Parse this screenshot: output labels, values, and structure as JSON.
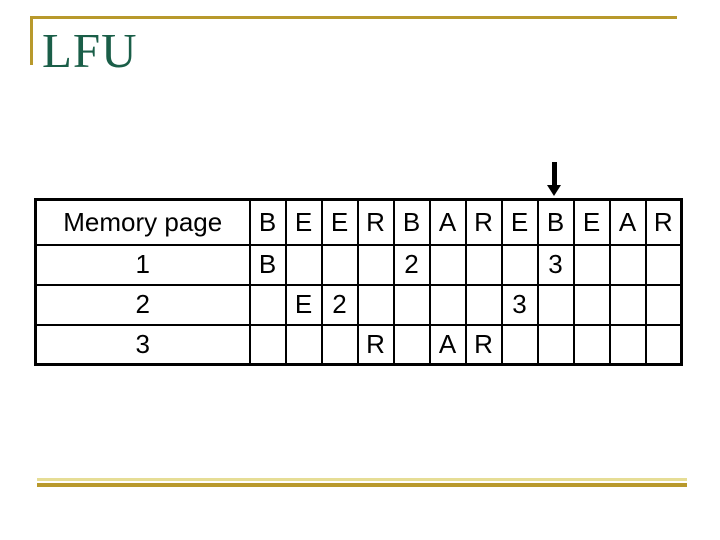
{
  "slide": {
    "title": "LFU"
  },
  "colors": {
    "title_green": "#1a5e48",
    "gold": "#b8992c",
    "pale_gold": "#e6dd95",
    "purple": "#c77fd9",
    "red": "#b52727"
  },
  "arrow": {
    "points_to_column": 9,
    "points_to_letter": "B"
  },
  "table": {
    "header_label": "Memory page",
    "reference_letters": [
      "B",
      "E",
      "E",
      "R",
      "B",
      "A",
      "R",
      "E",
      "B",
      "E",
      "A",
      "R"
    ],
    "rows": [
      {
        "label": "1",
        "cells": [
          {
            "text": "B",
            "color": "purple"
          },
          {
            "text": "",
            "color": ""
          },
          {
            "text": "",
            "color": ""
          },
          {
            "text": "",
            "color": ""
          },
          {
            "text": "2",
            "color": "red"
          },
          {
            "text": "",
            "color": ""
          },
          {
            "text": "",
            "color": ""
          },
          {
            "text": "",
            "color": ""
          },
          {
            "text": "3",
            "color": "red"
          },
          {
            "text": "",
            "color": ""
          },
          {
            "text": "",
            "color": ""
          },
          {
            "text": "",
            "color": ""
          }
        ]
      },
      {
        "label": "2",
        "cells": [
          {
            "text": "",
            "color": ""
          },
          {
            "text": "E",
            "color": "purple"
          },
          {
            "text": "2",
            "color": "red"
          },
          {
            "text": "",
            "color": ""
          },
          {
            "text": "",
            "color": ""
          },
          {
            "text": "",
            "color": ""
          },
          {
            "text": "",
            "color": ""
          },
          {
            "text": "3",
            "color": "red"
          },
          {
            "text": "",
            "color": ""
          },
          {
            "text": "",
            "color": ""
          },
          {
            "text": "",
            "color": ""
          },
          {
            "text": "",
            "color": ""
          }
        ]
      },
      {
        "label": "3",
        "cells": [
          {
            "text": "",
            "color": ""
          },
          {
            "text": "",
            "color": ""
          },
          {
            "text": "",
            "color": ""
          },
          {
            "text": "R",
            "color": "purple"
          },
          {
            "text": "",
            "color": ""
          },
          {
            "text": "A",
            "color": "purple"
          },
          {
            "text": "R",
            "color": "purple"
          },
          {
            "text": "",
            "color": ""
          },
          {
            "text": "",
            "color": ""
          },
          {
            "text": "",
            "color": ""
          },
          {
            "text": "",
            "color": ""
          },
          {
            "text": "",
            "color": ""
          }
        ]
      }
    ]
  }
}
